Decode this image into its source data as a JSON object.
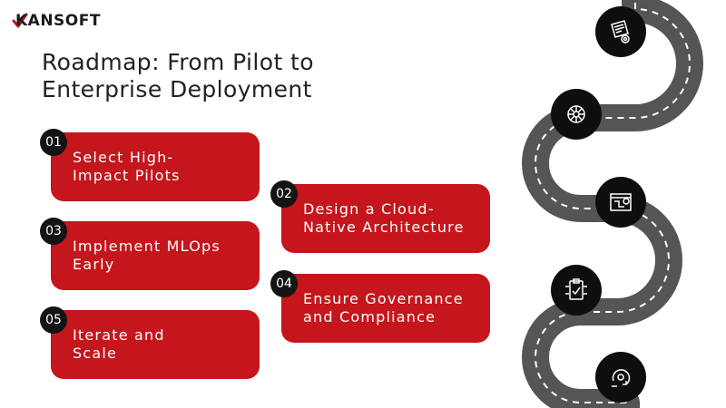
{
  "brand": {
    "name": "KANSOFT",
    "accent": "#c4161c"
  },
  "title": {
    "line1": "Roadmap: From Pilot to",
    "line2": "Enterprise Deployment"
  },
  "steps": [
    {
      "number": "01",
      "label": "Select High-\nImpact Pilots"
    },
    {
      "number": "02",
      "label": "Design a Cloud-\nNative Architecture"
    },
    {
      "number": "03",
      "label": "Implement MLOps\nEarly"
    },
    {
      "number": "04",
      "label": "Ensure Governance\nand Compliance"
    },
    {
      "number": "05",
      "label": "Iterate and\nScale"
    }
  ],
  "colors": {
    "card": "#c4161c",
    "badge": "#141414",
    "road": "#555555",
    "road_dash": "#ffffff",
    "milestone": "#0e0e0e"
  },
  "road_icons": [
    "document-gear-icon",
    "network-hub-icon",
    "blueprint-gear-icon",
    "compliance-clipboard-icon",
    "iteration-cycle-icon"
  ]
}
